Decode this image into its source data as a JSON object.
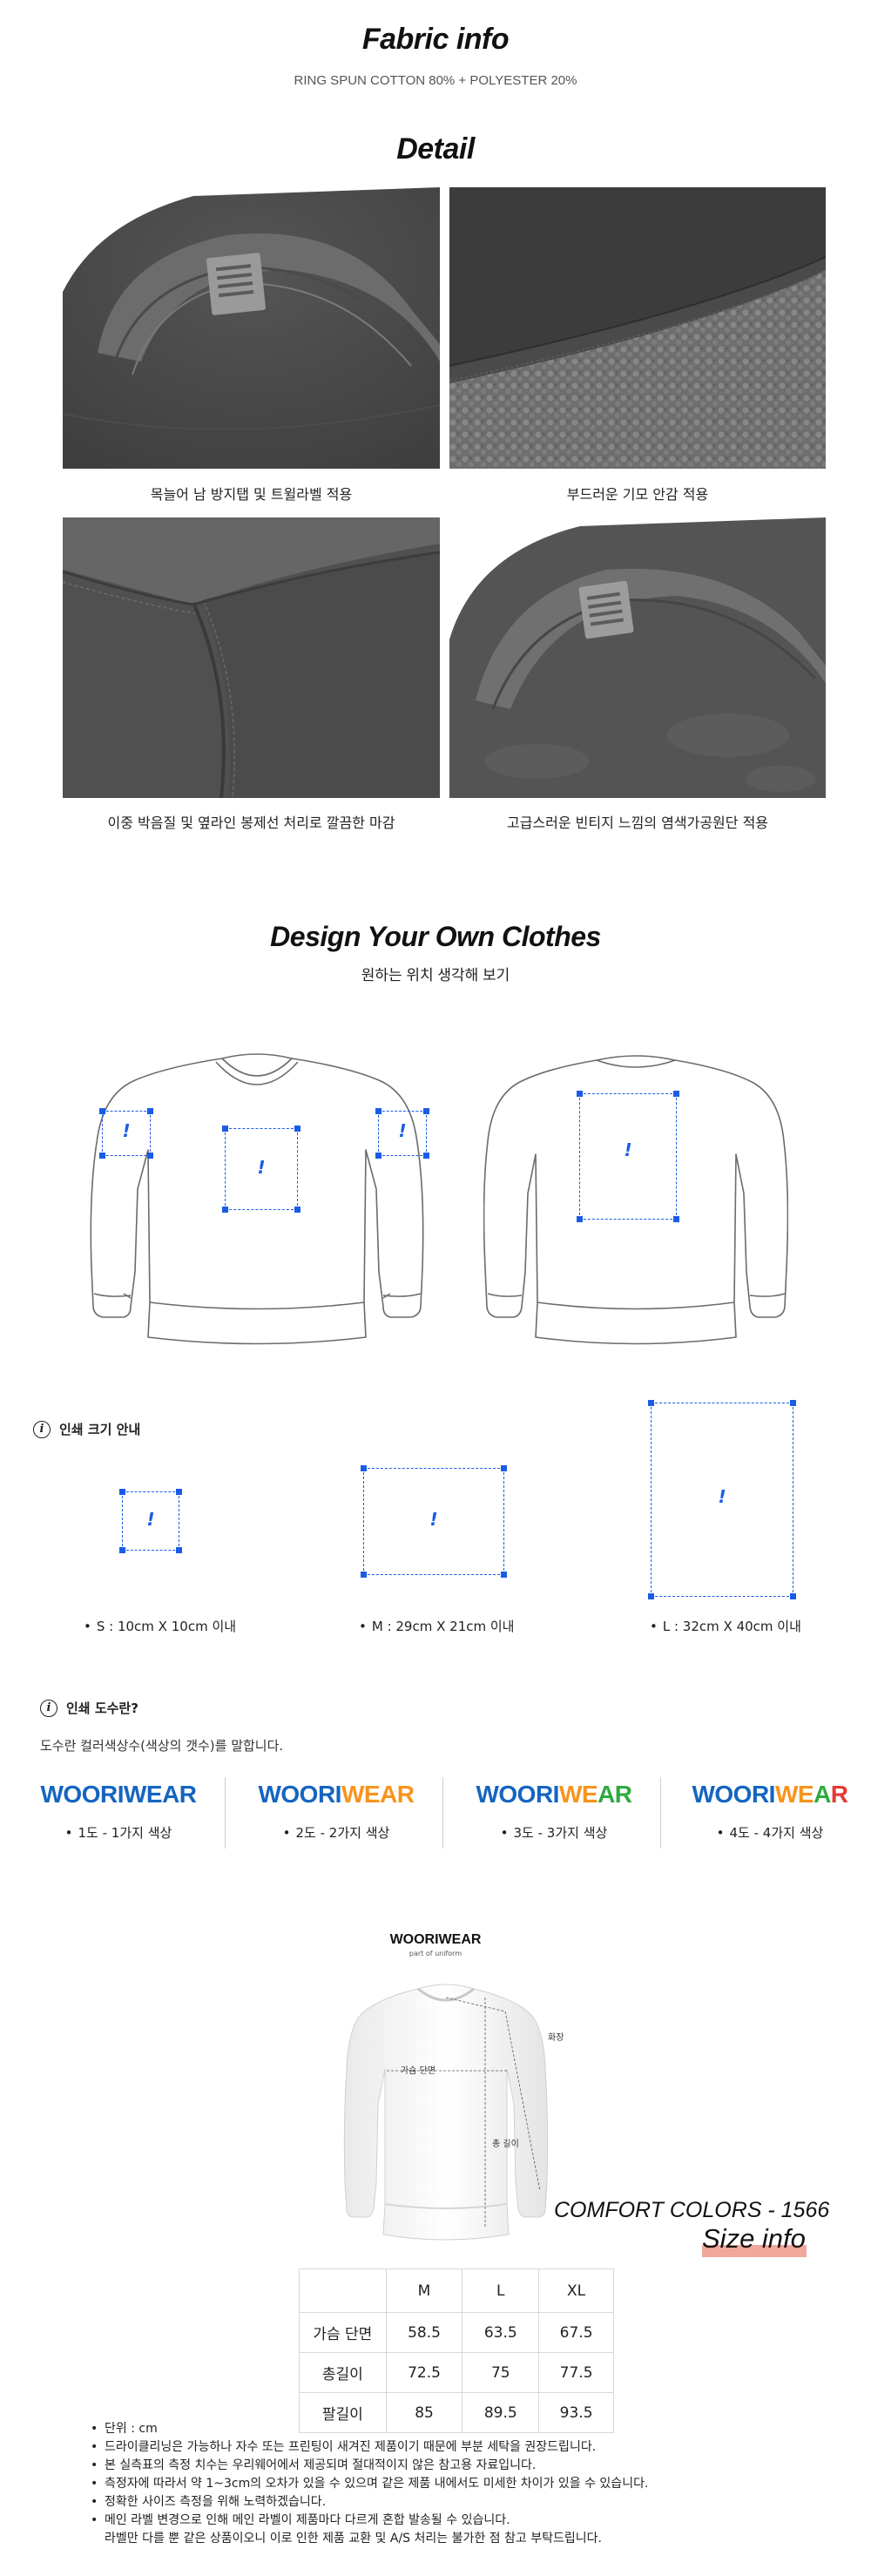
{
  "fabric": {
    "title": "Fabric info",
    "composition": "RING SPUN COTTON 80% + POLYESTER 20%"
  },
  "detail": {
    "title": "Detail",
    "captions": [
      "목늘어 남 방지탭 및 트윌라벨 적용",
      "부드러운 기모 안감 적용",
      "이중 박음질 및 옆라인 봉제선 처리로 깔끔한 마감",
      "고급스러운 빈티지 느낌의 염색가공원단 적용"
    ]
  },
  "design": {
    "title": "Design Your Own Clothes",
    "subtitle": "원하는 위치 생각해 보기",
    "mark": "!"
  },
  "print_size": {
    "heading": "인쇄 크기 안내",
    "icon": "info-icon",
    "sizes": [
      "S : 10cm X 10cm 이내",
      "M : 29cm X 21cm 이내",
      "L : 32cm X 40cm 이내"
    ]
  },
  "print_color": {
    "heading": "인쇄 도수란?",
    "description": "도수란 컬러색상수(색상의 갯수)를 말합니다.",
    "logos": [
      {
        "parts": [
          "WOORIWEAR"
        ],
        "colors": [
          "#1565c0"
        ],
        "label": "1도 - 1가지 색상"
      },
      {
        "parts": [
          "WOORI",
          "WEAR"
        ],
        "colors": [
          "#1565c0",
          "#f7941d"
        ],
        "label": "2도 - 2가지 색상"
      },
      {
        "parts": [
          "WOORI",
          "WE",
          "AR"
        ],
        "colors": [
          "#1565c0",
          "#f7941d",
          "#2eaa3f"
        ],
        "label": "3도 - 3가지 색상"
      },
      {
        "parts": [
          "WOORI",
          "WE",
          "A",
          "R"
        ],
        "colors": [
          "#1565c0",
          "#f7941d",
          "#2eaa3f",
          "#e53935"
        ],
        "label": "4도 - 4가지 색상"
      }
    ]
  },
  "size_info": {
    "brand": "WOORIWEAR",
    "brand_tag": "part of uniform",
    "labels": {
      "shoulder": "화장",
      "chest": "가슴 단면",
      "length": "총 길이"
    },
    "model": "COMFORT COLORS - 1566",
    "title": "Size info",
    "highlight_color": "#f2a79b",
    "table": {
      "headers": [
        "",
        "M",
        "L",
        "XL"
      ],
      "rows": [
        [
          "가슴 단면",
          "58.5",
          "63.5",
          "67.5"
        ],
        [
          "총길이",
          "72.5",
          "75",
          "77.5"
        ],
        [
          "팔길이",
          "85",
          "89.5",
          "93.5"
        ]
      ]
    },
    "notes": [
      "단위 : cm",
      "드라이클리닝은 가능하나 자수 또는 프린팅이 새겨진 제품이기 때문에 부분 세탁을 권장드립니다.",
      "본 실측표의 측정 치수는 우리웨어에서 제공되며 절대적이지 않은 참고용 자료입니다.",
      "측정자에 따라서 약 1~3cm의 오차가 있을 수 있으며 같은 제품 내에서도 미세한 차이가 있을 수 있습니다.",
      "정확한 사이즈 측정을 위해 노력하겠습니다.",
      "메인 라벨 변경으로 인해 메인 라벨이 제품마다 다르게 혼합 발송될 수 있습니다.",
      "라벨만 다를 뿐 같은 상품이오니 이로 인한 제품 교환 및 A/S 처리는 불가한 점 참고 부탁드립니다."
    ]
  },
  "colors": {
    "accent_blue": "#1a5ce6",
    "fabric_gray": "#5b5b5b"
  }
}
